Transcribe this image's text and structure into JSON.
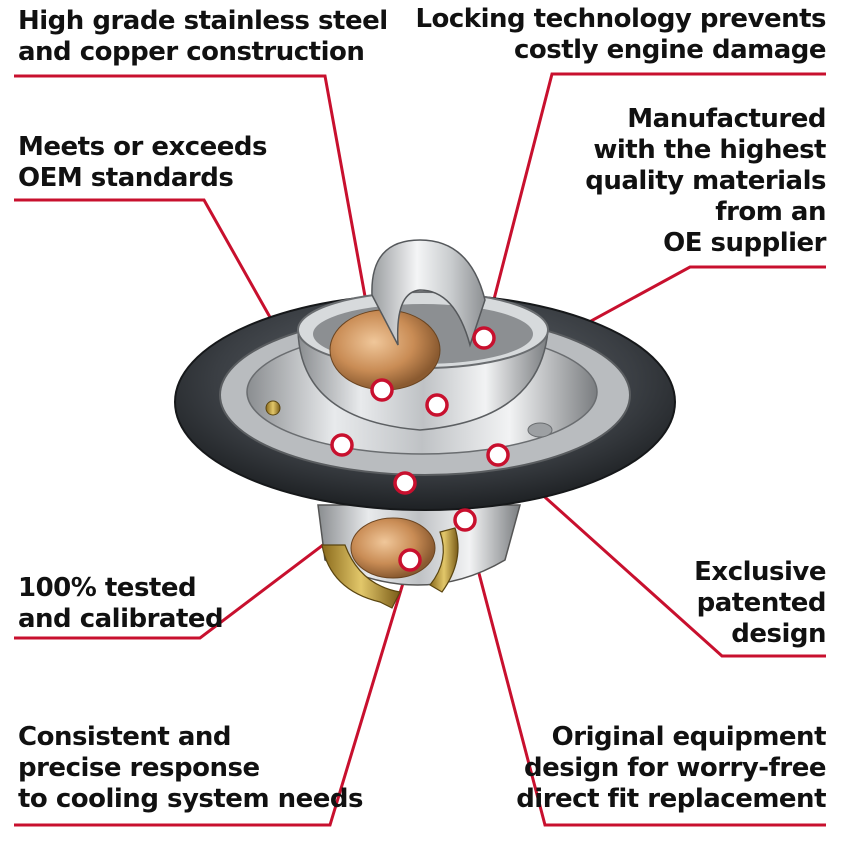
{
  "accent_color": "#c8102e",
  "product": "thermostat",
  "callouts": [
    {
      "id": "stainless-copper",
      "text": "High grade stainless steel\nand copper construction"
    },
    {
      "id": "locking-tech",
      "text": "Locking technology prevents\ncostly engine damage"
    },
    {
      "id": "oem-standards",
      "text": "Meets or exceeds\nOEM standards"
    },
    {
      "id": "oe-supplier",
      "text": "Manufactured\nwith the highest\nquality materials\nfrom an\nOE supplier"
    },
    {
      "id": "tested-calibrated",
      "text": "100% tested\nand calibrated"
    },
    {
      "id": "patented-design",
      "text": "Exclusive\npatented\ndesign"
    },
    {
      "id": "precise-response",
      "text": "Consistent and\nprecise response\nto cooling system needs"
    },
    {
      "id": "direct-fit",
      "text": "Original equipment\ndesign for worry-free\ndirect fit replacement"
    }
  ]
}
